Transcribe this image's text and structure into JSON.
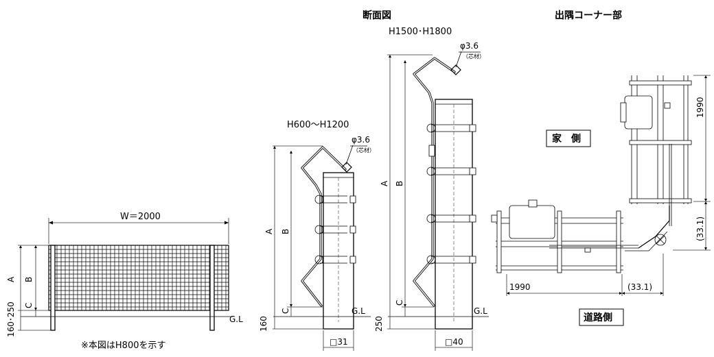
{
  "headings": {
    "section": "断面図",
    "corner": "出隅コーナー部"
  },
  "front": {
    "width": "W＝2000",
    "dim_a": "A",
    "dim_b": "B",
    "dim_c": "C",
    "embed": "160･250",
    "gl": "G.L",
    "note": "※本図はH800を示す"
  },
  "section_small": {
    "height_range": "H600～H1200",
    "wire": "φ3.6",
    "wire_note": "（芯材）",
    "dim_a": "A",
    "dim_b": "B",
    "dim_c": "C",
    "embed": "160",
    "gl": "G.L",
    "post": "□31"
  },
  "section_large": {
    "height_range": "H1500･H1800",
    "wire": "φ3.6",
    "wire_note": "（芯材）",
    "dim_a": "A",
    "dim_b": "B",
    "dim_c": "C",
    "embed": "250",
    "gl": "G.L",
    "post": "□40"
  },
  "corner": {
    "house_side": "家　側",
    "road_side": "道路側",
    "dim_v": "1990",
    "dim_v_offset": "(33.1)",
    "dim_h": "1990",
    "dim_h_offset": "(33.1)"
  }
}
